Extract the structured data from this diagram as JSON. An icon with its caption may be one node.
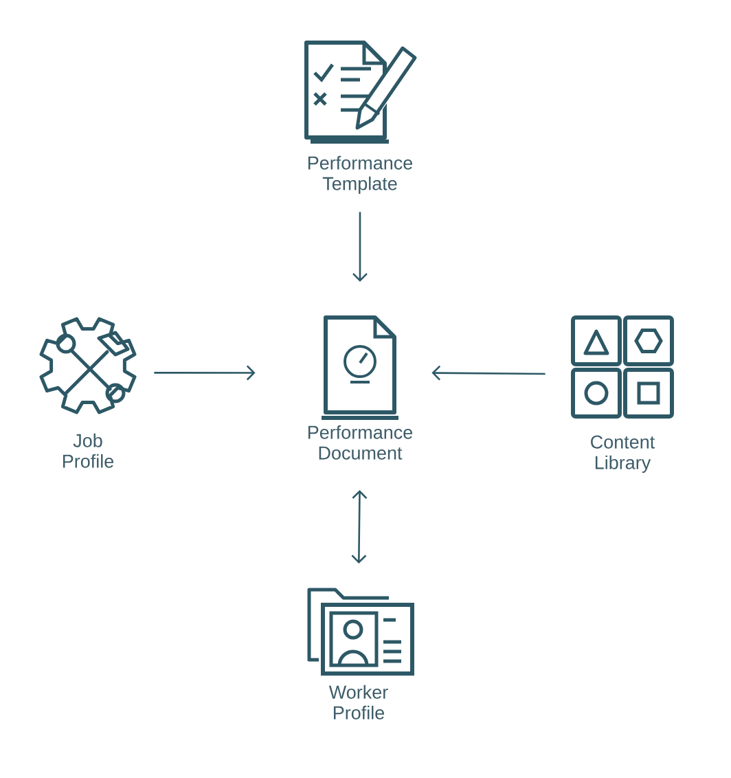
{
  "diagram": {
    "nodes": [
      {
        "text": [
          "Performance Template"
        ]
      },
      {
        "text": [
          "Job Profile"
        ]
      },
      {
        "text": [
          "Performance Document"
        ]
      },
      {
        "text": [
          "Content Library"
        ]
      },
      {
        "text": [
          "Worker Profile"
        ]
      }
    ],
    "edges": [
      {
        "from": 0,
        "to": 2,
        "arrow": "to"
      },
      {
        "from": 1,
        "to": 2,
        "arrow": "to"
      },
      {
        "from": 3,
        "to": 2,
        "arrow": "to"
      },
      {
        "from": 2,
        "to": 4,
        "arrow": "both"
      }
    ]
  }
}
